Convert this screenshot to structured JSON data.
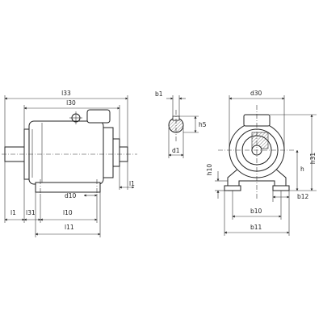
{
  "labels": {
    "l33": "l33",
    "l30": "l30",
    "d10": "d10",
    "l1_right": "l1",
    "l1_left": "l1",
    "l31": "l31",
    "l10": "l10",
    "l11": "l11",
    "b1": "b1",
    "h5": "h5",
    "d1": "d1",
    "d30": "d30",
    "h31": "h31",
    "h10": "h10",
    "h": "h",
    "b12": "b12",
    "b10": "b10",
    "b11": "b11"
  }
}
